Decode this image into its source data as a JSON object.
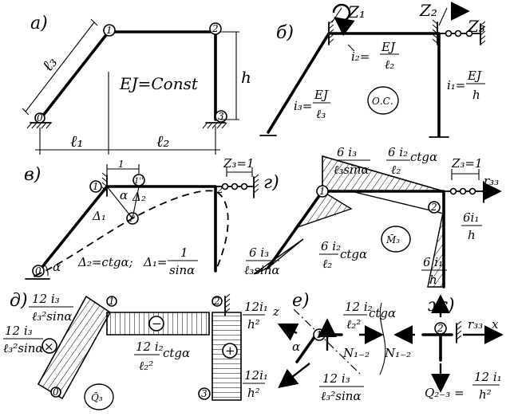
{
  "panels": {
    "a": {
      "label": "а)",
      "nodes": [
        "0",
        "1",
        "2",
        "3"
      ],
      "length_l3": "ℓ₃",
      "height_h": "h",
      "stiffness": "EJ=Const",
      "span_l1": "ℓ₁",
      "span_l2": "ℓ₂"
    },
    "b": {
      "label": "б)",
      "z1": "Z₁",
      "z2": "Z₂",
      "z3": "Z₃",
      "i2_lhs": "i₂=",
      "i2_num": "EJ",
      "i2_den": "ℓ₂",
      "i3_lhs": "i₃=",
      "i3_num": "EJ",
      "i3_den": "ℓ₃",
      "i1_lhs": "i₁=",
      "i1_num": "EJ",
      "i1_den": "h",
      "badge": "О.С."
    },
    "v": {
      "label": "в)",
      "node1": "1",
      "node1p": "1'",
      "node1pp": "1''",
      "node0": "0",
      "node2": "2",
      "dim_one": "1",
      "alpha": "α",
      "delta1": "Δ₁",
      "delta2": "Δ₂",
      "z3": "Z₃=1",
      "formula_d2": "Δ₂=ctgα;",
      "formula_d1_lhs": "Δ₁=",
      "formula_d1_num": "1",
      "formula_d1_den": "sinα"
    },
    "g": {
      "label": "г)",
      "z3": "Z₃=1",
      "r33": "r₃₃",
      "t1_num": "6 i₃",
      "t1_den": "ℓ₃sinα",
      "t2_num": "6 i₂",
      "t2_den": "ℓ₂",
      "t2_tail": "ctgα",
      "t3_num": "6i₁",
      "t3_den": "h",
      "t4_num": "6 i₃",
      "t4_den": "ℓ₃sinα",
      "t5_num": "6 i₂",
      "t5_den": "ℓ₂",
      "t5_tail": "ctgα",
      "t6_num": "6 i₁",
      "t6_den": "h",
      "badge": "M̄₃",
      "node1": "1",
      "node2": "2"
    },
    "d": {
      "label": "д)",
      "t1_num": "12 i₃",
      "t1_den": "ℓ₃²sinα",
      "t2_num": "12 i₃",
      "t2_den": "ℓ₃²sinα",
      "t3_num": "12 i₂",
      "t3_den": "ℓ₂²",
      "t3_tail": "ctgα",
      "t4_num": "12i₁",
      "t4_den": "h²",
      "t5_num": "12i₁",
      "t5_den": "h²",
      "sign_minus": "−",
      "sign_plus": "+",
      "sign_times": "×",
      "badge": "Q̄₃",
      "node0": "0",
      "node1": "1",
      "node2": "2",
      "node3": "3"
    },
    "e": {
      "label": "е)",
      "z": "z",
      "alpha": "α",
      "node1": "1",
      "top_num": "12 i₂",
      "top_den": "ℓ₂²",
      "top_tail": "ctgα",
      "n12": "N₁₋₂",
      "n12b": "N₁₋₂",
      "bot_num": "12 i₃",
      "bot_den": "ℓ₃²sinα"
    },
    "zh": {
      "label": "ж)",
      "node2": "2",
      "r33": "r₃₃",
      "x": "x",
      "q_lhs": "Q₂₋₃ =",
      "q_num": "12 i₁",
      "q_den": "h²"
    }
  }
}
